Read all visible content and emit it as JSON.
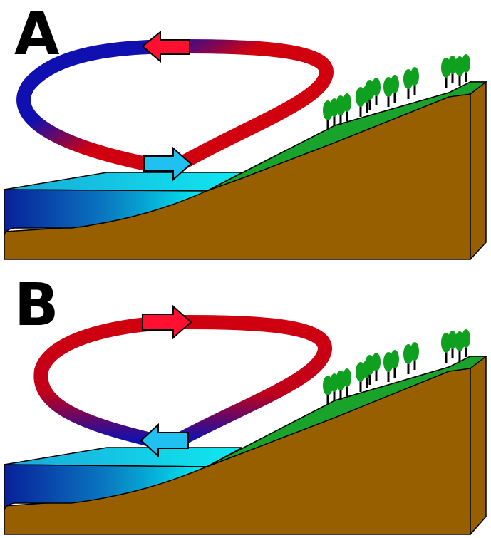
{
  "panels": [
    {
      "label": "A",
      "circulation": "sea-breeze",
      "upper_flow": "toward-sea",
      "lower_flow": "toward-land"
    },
    {
      "label": "B",
      "circulation": "land-breeze",
      "upper_flow": "toward-land",
      "lower_flow": "toward-sea"
    }
  ],
  "colors": {
    "warm": "#d0000f",
    "cool": "#1010b0",
    "soil": "#975f00",
    "grass": "#1aa32a",
    "water_deep": "#0a2a9a",
    "water_shallow": "#00e6f0",
    "warm_arrow": "#ff1030",
    "cool_arrow": "#20c0f0",
    "tree": "#10a020"
  }
}
